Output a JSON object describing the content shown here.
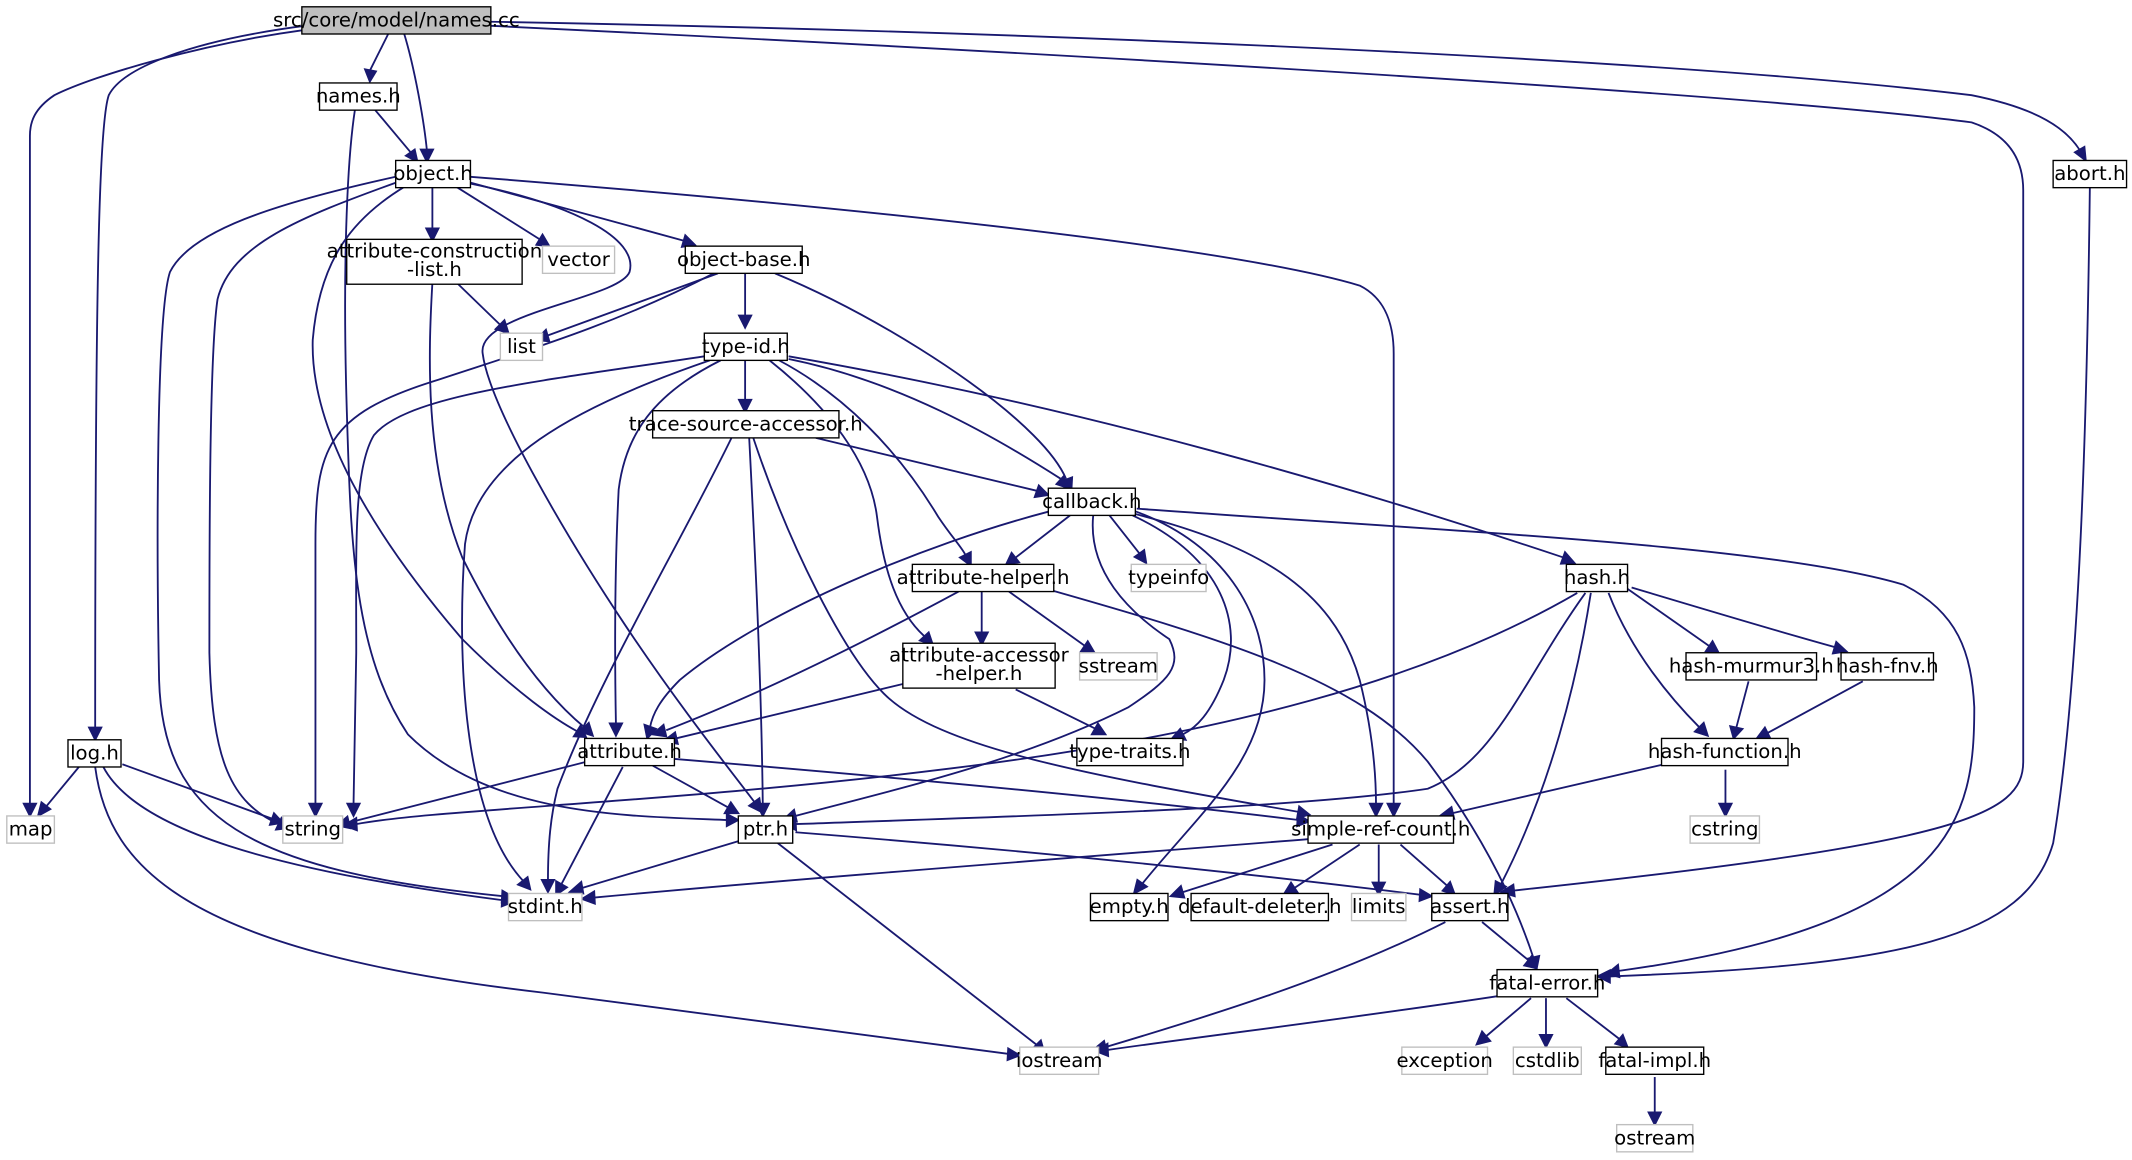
{
  "graph": {
    "title": "",
    "nodes": {
      "names_cc": "src/core/model/names.cc",
      "names_h": "names.h",
      "object_h": "object.h",
      "abort_h": "abort.h",
      "attribute_construction_list_h_1": "attribute-construction",
      "attribute_construction_list_h_2": "-list.h",
      "vector": "vector",
      "object_base_h": "object-base.h",
      "list": "list",
      "type_id_h": "type-id.h",
      "trace_source_accessor_h": "trace-source-accessor.h",
      "callback_h": "callback.h",
      "typeinfo": "typeinfo",
      "attribute_helper_h": "attribute-helper.h",
      "hash_h": "hash.h",
      "attribute_accessor_helper_h_1": "attribute-accessor",
      "attribute_accessor_helper_h_2": "-helper.h",
      "sstream": "sstream",
      "hash_murmur3_h": "hash-murmur3.h",
      "hash_fnv_h": "hash-fnv.h",
      "log_h": "log.h",
      "attribute_h": "attribute.h",
      "type_traits_h": "type-traits.h",
      "hash_function_h": "hash-function.h",
      "map": "map",
      "string": "string",
      "ptr_h": "ptr.h",
      "simple_ref_count_h": "simple-ref-count.h",
      "cstring": "cstring",
      "stdint_h": "stdint.h",
      "empty_h": "empty.h",
      "default_deleter_h": "default-deleter.h",
      "limits": "limits",
      "assert_h": "assert.h",
      "fatal_error_h": "fatal-error.h",
      "iostream": "iostream",
      "exception": "exception",
      "cstdlib": "cstdlib",
      "fatal_impl_h": "fatal-impl.h",
      "ostream": "ostream"
    }
  }
}
